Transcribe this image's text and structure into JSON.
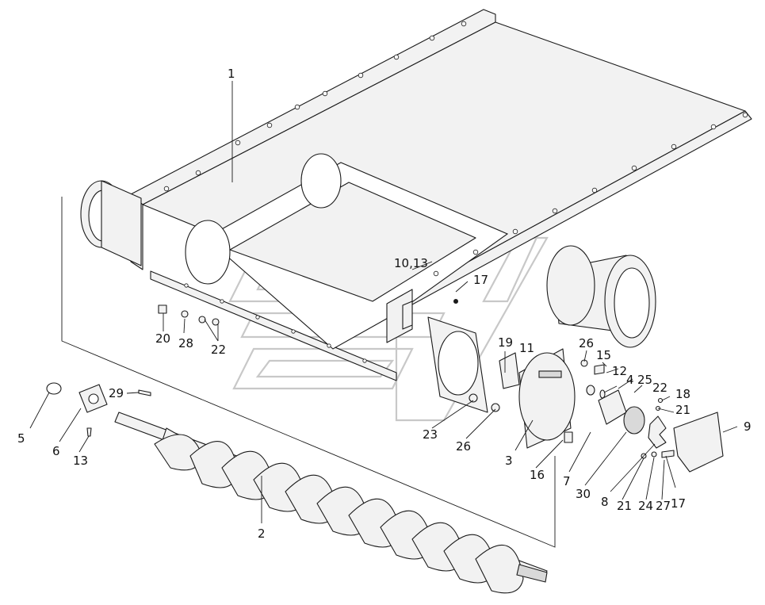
{
  "callouts": {
    "c1": "1",
    "c2": "2",
    "c3": "3",
    "c4": "4",
    "c5": "5",
    "c6": "6",
    "c7": "7",
    "c8": "8",
    "c9": "9",
    "c10_13": "10,13",
    "c11": "11",
    "c12": "12",
    "c13": "13",
    "c15": "15",
    "c16": "16",
    "c17a": "17",
    "c17b": "17",
    "c18": "18",
    "c19": "19",
    "c20": "20",
    "c21a": "21",
    "c21b": "21",
    "c22a": "22",
    "c22b": "22",
    "c23": "23",
    "c24": "24",
    "c25": "25",
    "c26a": "26",
    "c26b": "26",
    "c27": "27",
    "c28": "28",
    "c29": "29",
    "c30": "30"
  },
  "colors": {
    "line": "#1a1a1a",
    "fill": "#f2f2f2",
    "watermark": "#c8c8c8"
  }
}
